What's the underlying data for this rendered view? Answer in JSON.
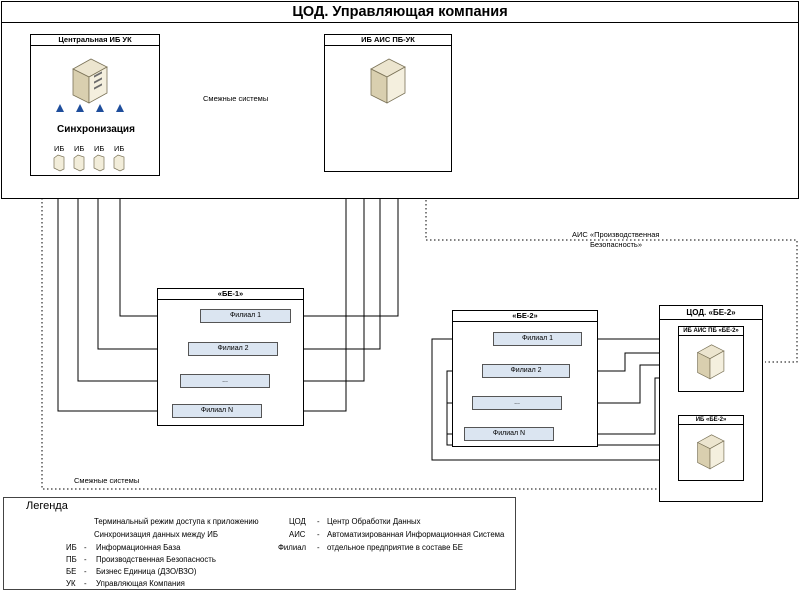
{
  "title": "ЦОД. Управляющая компания",
  "central_ib": {
    "title": "Центральная ИБ УК",
    "sync_label": "Синхронизация",
    "ib_labels": [
      "ИБ",
      "ИБ",
      "ИБ",
      "ИБ"
    ]
  },
  "ais_pb": {
    "title": "ИБ АИС ПБ-УК"
  },
  "adjacent_top": "Смежные системы",
  "adjacent_bottom": "Смежные системы",
  "ais_label": {
    "line1": "АИС «Производственная",
    "line2": "Безопасность»"
  },
  "be1": {
    "title": "«БЕ-1»",
    "branches": [
      "Филиал 1",
      "Филиал 2",
      "...",
      "Филиал N"
    ]
  },
  "be2": {
    "title": "«БЕ-2»",
    "branches": [
      "Филиал 1",
      "Филиал 2",
      "...",
      "Филиал N"
    ]
  },
  "dc_be2": {
    "title": "ЦОД. «БЕ-2»",
    "ais_title": "ИБ АИС ПБ «БЕ-2»",
    "ib_title": "ИБ «БЕ-2»"
  },
  "legend": {
    "title": "Легенда",
    "line_solid": "Терминальный режим доступа к приложению",
    "line_dotted": "Синхронизация данных между ИБ",
    "left_items": [
      {
        "abbr": "ИБ",
        "text": "Информационная База"
      },
      {
        "abbr": "ПБ",
        "text": "Производственная Безопасность"
      },
      {
        "abbr": "БЕ",
        "text": "Бизнес Единица (ДЗО/ВЗО)"
      },
      {
        "abbr": "УК",
        "text": "Управляющая Компания"
      }
    ],
    "right_items": [
      {
        "abbr": "ЦОД",
        "text": "Центр Обработки Данных"
      },
      {
        "abbr": "АИС",
        "text": "Автоматизированная Информационная Система"
      },
      {
        "abbr": "Филиал",
        "text": "отдельное предприятие в составе БЕ"
      }
    ]
  }
}
